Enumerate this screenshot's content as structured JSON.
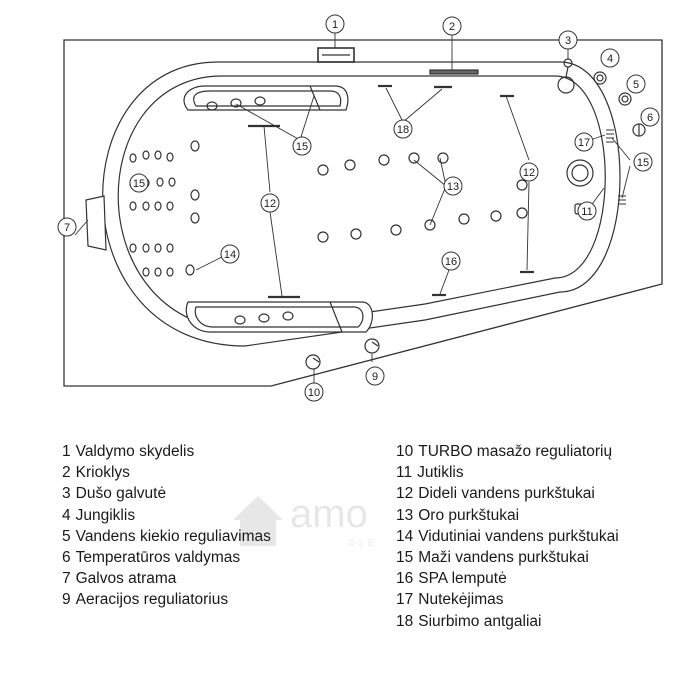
{
  "diagram": {
    "callout_labels": {
      "c1": "1",
      "c2": "2",
      "c3": "3",
      "c4": "4",
      "c5": "5",
      "c6": "6",
      "c7": "7",
      "c9": "9",
      "c10": "10",
      "c11": "11",
      "c12a": "12",
      "c12b": "12",
      "c13": "13",
      "c14": "14",
      "c15a": "15",
      "c15b": "15",
      "c15c": "15",
      "c16": "16",
      "c17": "17",
      "c18": "18"
    }
  },
  "legend": {
    "left": [
      {
        "num": "1",
        "text": "Valdymo skydelis"
      },
      {
        "num": "2",
        "text": "Krioklys"
      },
      {
        "num": "3",
        "text": "Dušo galvutė"
      },
      {
        "num": "4",
        "text": "Jungiklis"
      },
      {
        "num": "5",
        "text": "Vandens kiekio reguliavimas"
      },
      {
        "num": "6",
        "text": "Temperatūros valdymas"
      },
      {
        "num": "7",
        "text": "Galvos atrama"
      },
      {
        "num": "9",
        "text": "Aeracijos reguliatorius"
      }
    ],
    "right": [
      {
        "num": "10",
        "text": "TURBO masažo reguliatorių"
      },
      {
        "num": "11",
        "text": "Jutiklis"
      },
      {
        "num": "12",
        "text": "Dideli vandens purkštukai"
      },
      {
        "num": "13",
        "text": "Oro purkštukai"
      },
      {
        "num": "14",
        "text": "Vidutiniai vandens purkštukai"
      },
      {
        "num": "15",
        "text": "Maži vandens purkštukai"
      },
      {
        "num": "16",
        "text": "SPA lemputė"
      },
      {
        "num": "17",
        "text": "Nutekėjimas"
      },
      {
        "num": "18",
        "text": "Siurbimo antgaliai"
      }
    ]
  },
  "watermark": {
    "brand": "amo",
    "sub": "OLE"
  }
}
